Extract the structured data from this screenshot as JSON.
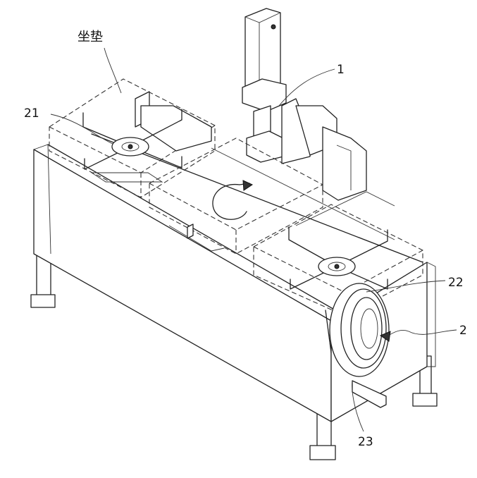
{
  "labels": {
    "cushion": "坐垫",
    "part_1": "1",
    "part_2": "2",
    "part_21": "21",
    "part_22": "22",
    "part_23": "23"
  },
  "colors": {
    "line": "#222222",
    "background": "#ffffff"
  }
}
